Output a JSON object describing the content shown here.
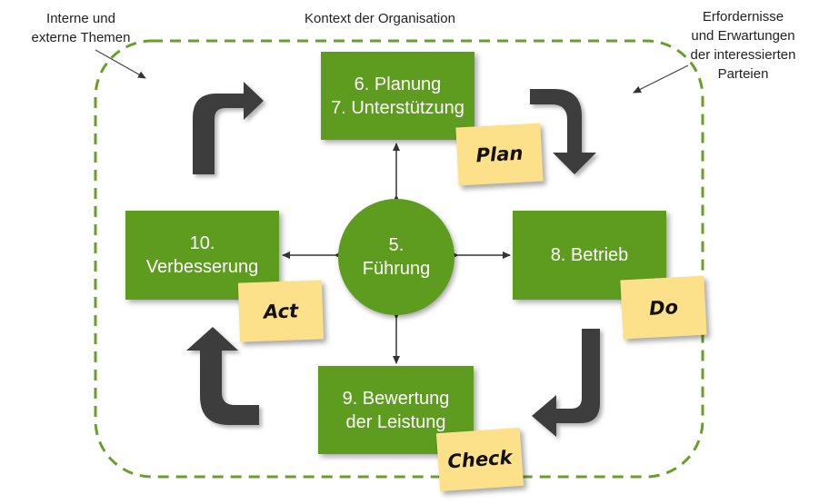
{
  "context_title": "Kontext der Organisation",
  "top_left_note": [
    "Interne und",
    "externe Themen"
  ],
  "top_right_note": [
    "Erfordernisse",
    "und Erwartungen",
    "der interessierten",
    "Parteien"
  ],
  "center": {
    "line1": "5.",
    "line2": "Führung"
  },
  "boxes": {
    "planning": {
      "line1": "6. Planung",
      "line2": "7. Unterstützung"
    },
    "improvement": {
      "line1": "10.",
      "line2": "Verbesserung"
    },
    "operation": {
      "line1": "8. Betrieb"
    },
    "evaluation": {
      "line1": "9. Bewertung",
      "line2": "der Leistung"
    }
  },
  "notes": {
    "plan": "Plan",
    "do": "Do",
    "check": "Check",
    "act": "Act"
  },
  "colors": {
    "box_green": "#5e9c1f",
    "sticky_yellow": "#fde08a",
    "arrow_dark": "#3d3d3d",
    "dashed_border": "#6a9e2a"
  }
}
